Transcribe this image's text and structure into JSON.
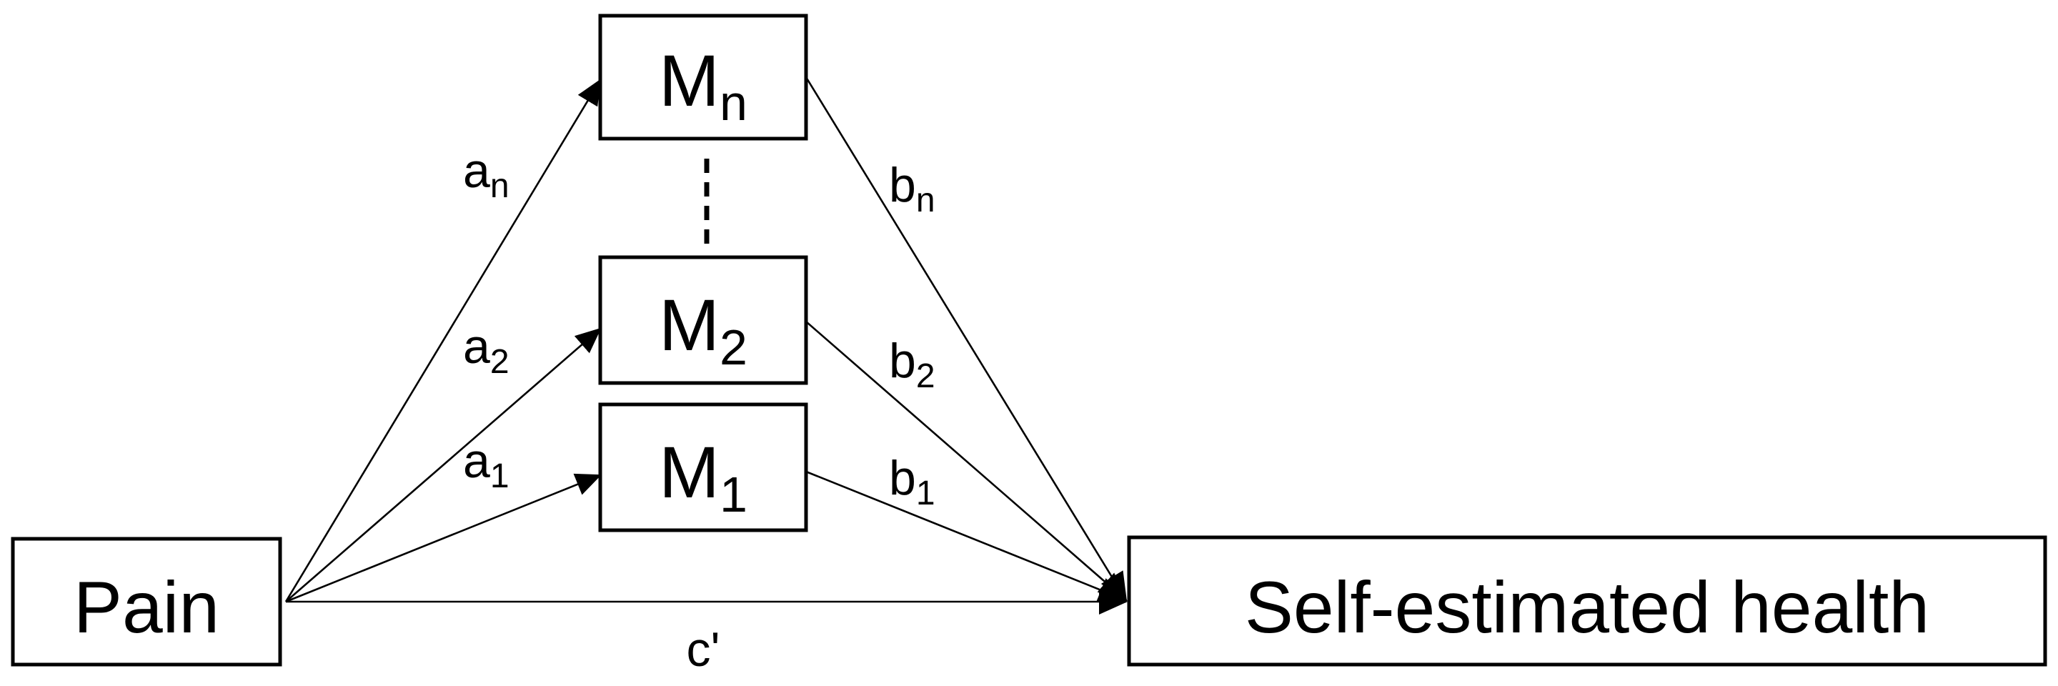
{
  "nodes": {
    "pain": {
      "label": "Pain"
    },
    "health": {
      "label": "Self-estimated health"
    },
    "m_n": {
      "letter": "M",
      "subscript": "n"
    },
    "m_2": {
      "letter": "M",
      "subscript": "2"
    },
    "m_1": {
      "letter": "M",
      "subscript": "1"
    }
  },
  "paths": {
    "a_n": {
      "letter": "a",
      "subscript": "n"
    },
    "a_2": {
      "letter": "a",
      "subscript": "2"
    },
    "a_1": {
      "letter": "a",
      "subscript": "1"
    },
    "b_n": {
      "letter": "b",
      "subscript": "n"
    },
    "b_2": {
      "letter": "b",
      "subscript": "2"
    },
    "b_1": {
      "letter": "b",
      "subscript": "1"
    },
    "c_prime": {
      "label": "c'"
    }
  },
  "colors": {
    "stroke": "#000000",
    "background": "#ffffff"
  }
}
